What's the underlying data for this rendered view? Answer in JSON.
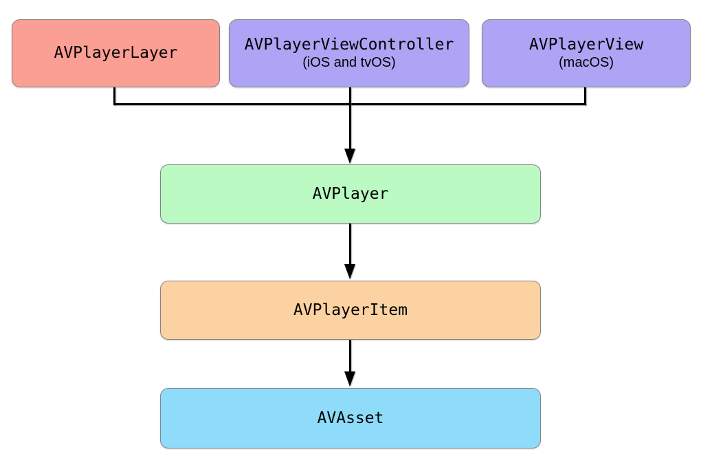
{
  "diagram": {
    "description": "AVFoundation playback architecture diagram",
    "nodes": {
      "player_layer": {
        "label": "AVPlayerLayer",
        "sublabel": "",
        "fill": "#fb9e93"
      },
      "player_view_ctrl": {
        "label": "AVPlayerViewController",
        "sublabel": "(iOS and tvOS)",
        "fill": "#ada4f5"
      },
      "player_view": {
        "label": "AVPlayerView",
        "sublabel": "(macOS)",
        "fill": "#ada4f5"
      },
      "player": {
        "label": "AVPlayer",
        "sublabel": "",
        "fill": "#bbfac3"
      },
      "player_item": {
        "label": "AVPlayerItem",
        "sublabel": "",
        "fill": "#fcd2a2"
      },
      "asset": {
        "label": "AVAsset",
        "sublabel": "",
        "fill": "#8edcf9"
      }
    },
    "edges": [
      {
        "from": "AVPlayerLayer",
        "to": "AVPlayer"
      },
      {
        "from": "AVPlayerViewController",
        "to": "AVPlayer"
      },
      {
        "from": "AVPlayerView",
        "to": "AVPlayer"
      },
      {
        "from": "AVPlayer",
        "to": "AVPlayerItem"
      },
      {
        "from": "AVPlayerItem",
        "to": "AVAsset"
      }
    ],
    "colors": {
      "connector": "#000000",
      "node_border": "#848484",
      "background": "#ffffff",
      "text": "#000000"
    }
  }
}
